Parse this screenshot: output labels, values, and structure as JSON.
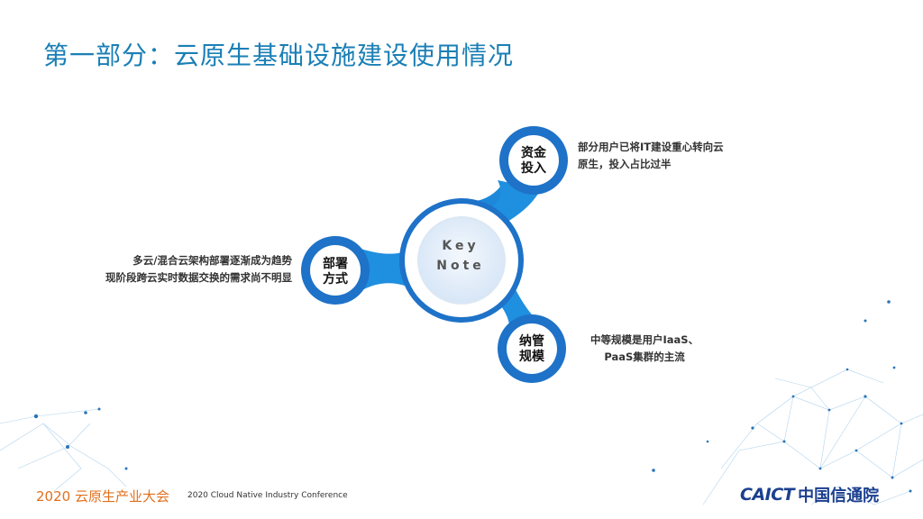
{
  "title": "第一部分：云原生基础设施建设使用情况",
  "center": {
    "line1": "Key",
    "line2": "Note"
  },
  "nodes": {
    "funding": {
      "line1": "资金",
      "line2": "投入"
    },
    "deploy": {
      "line1": "部署",
      "line2": "方式"
    },
    "scale": {
      "line1": "纳管",
      "line2": "规模"
    }
  },
  "descriptions": {
    "funding": {
      "line1": "部分用户已将IT建设重心转向云",
      "line2": "原生，投入占比过半"
    },
    "deploy": {
      "line1": "多云/混合云架构部署逐渐成为趋势",
      "line2": "现阶段跨云实时数据交换的需求尚不明显"
    },
    "scale": {
      "line1": "中等规模是用户IaaS、",
      "line2": "PaaS集群的主流"
    }
  },
  "footer": {
    "conference_cn": "2020 云原生产业大会",
    "conference_en": "2020 Cloud Native Industry Conference"
  },
  "logo": {
    "abbr": "CAICT",
    "name": "中国信通院"
  },
  "colors": {
    "title": "#1a7fb5",
    "ring": "#1e72c8",
    "connector": "#1f8fe0",
    "footer_orange": "#e0701e",
    "logo_blue": "#1b3f8f"
  }
}
